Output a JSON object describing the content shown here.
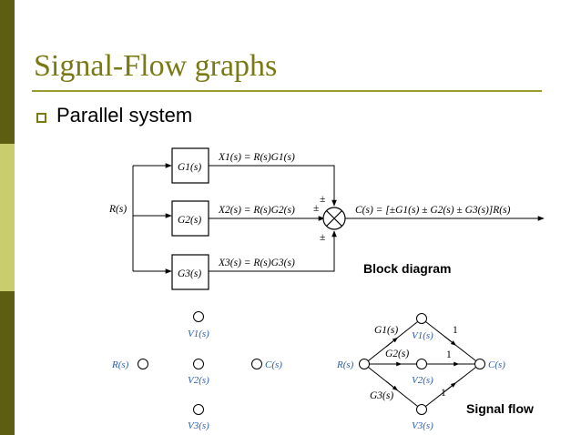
{
  "slide": {
    "title": "Signal-Flow graphs",
    "bullet": "Parallel system"
  },
  "block_diagram": {
    "input": "R(s)",
    "g1": "G1(s)",
    "g2": "G2(s)",
    "g3": "G3(s)",
    "x1": "X1(s) = R(s)G1(s)",
    "x2": "X2(s) = R(s)G2(s)",
    "x3": "X3(s) = R(s)G3(s)",
    "output": "C(s) = [±G1(s) ± G2(s) ± G3(s)]R(s)",
    "sign_top": "±",
    "sign_left": "±",
    "sign_bottom": "±",
    "caption": "Block diagram"
  },
  "signal_flow_nodes": {
    "r": "R(s)",
    "c": "C(s)",
    "v1": "V1(s)",
    "v2": "V2(s)",
    "v3": "V3(s)"
  },
  "signal_flow": {
    "r": "R(s)",
    "c": "C(s)",
    "v1": "V1(s)",
    "v2": "V2(s)",
    "v3": "V3(s)",
    "g1": "G1(s)",
    "g2": "G2(s)",
    "g3": "G3(s)",
    "one_top": "1",
    "one_mid": "1",
    "one_bot": "1",
    "caption": "Signal flow"
  },
  "colors": {
    "title": "#7a7a14",
    "sidebar_dark": "#5e5e12",
    "sidebar_light": "#c9cd6e",
    "node_label": "#2a5caa"
  }
}
